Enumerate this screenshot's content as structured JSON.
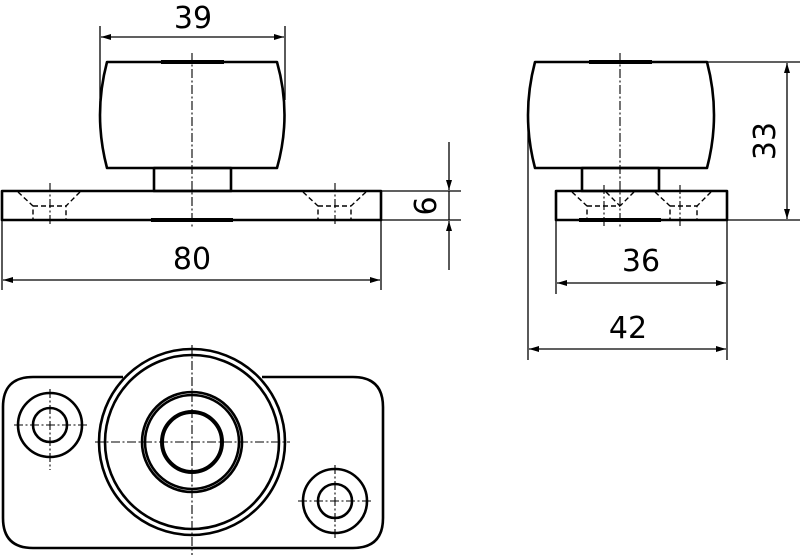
{
  "drawing": {
    "title": "Roller with mounting plate — technical drawing",
    "units": "mm",
    "line_color": "#000000",
    "background": "#ffffff"
  },
  "views": {
    "front": {
      "label": "front-view",
      "dimensions": {
        "roller_width": "39",
        "plate_length": "80",
        "plate_thickness": "6"
      }
    },
    "side": {
      "label": "side-view",
      "dimensions": {
        "total_height": "33",
        "plate_width": "36",
        "roller_diameter": "42"
      }
    },
    "plan": {
      "label": "plan-view",
      "features": [
        "mounting-plate",
        "roller-outer-ring",
        "hub-ring",
        "axle-bore",
        "countersunk-hole-left",
        "countersunk-hole-right"
      ]
    }
  }
}
